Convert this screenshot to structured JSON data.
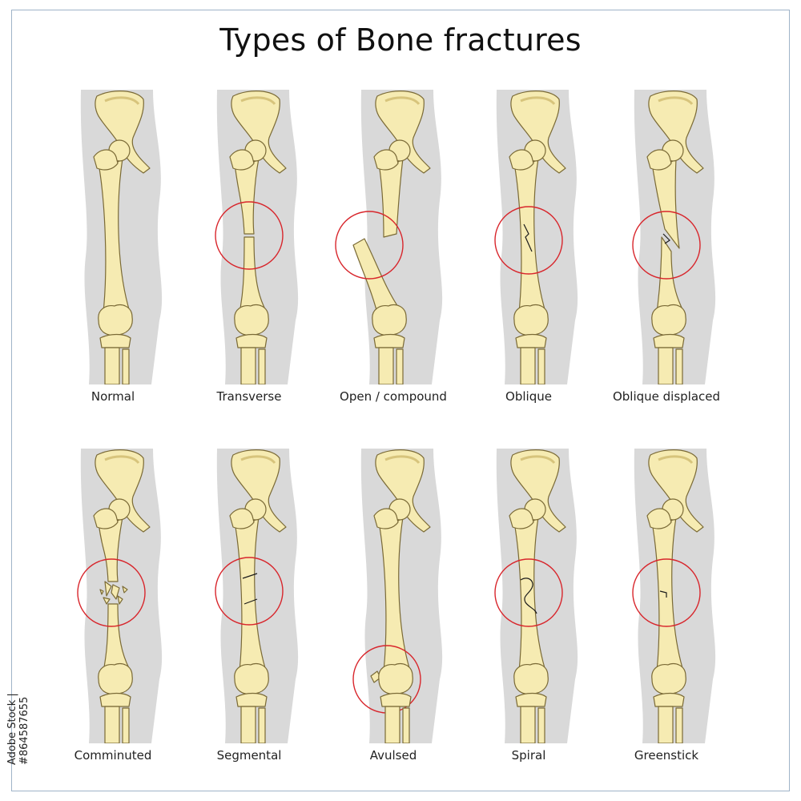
{
  "title": "Types of Bone fractures",
  "stock_id": "Adobe Stock | #864587655",
  "colors": {
    "bone": "#f6ebb2",
    "bone_shade": "#d7c47c",
    "bone_outline": "#7a6a36",
    "leg_shadow": "#d9d9d9",
    "circle": "#d8262c"
  },
  "panels": [
    {
      "label": "Normal",
      "fracture": "none"
    },
    {
      "label": "Transverse",
      "fracture": "transverse"
    },
    {
      "label": "Open / compound",
      "fracture": "open"
    },
    {
      "label": "Oblique",
      "fracture": "oblique"
    },
    {
      "label": "Oblique displaced",
      "fracture": "oblique-displaced"
    },
    {
      "label": "Comminuted",
      "fracture": "comminuted"
    },
    {
      "label": "Segmental",
      "fracture": "segmental"
    },
    {
      "label": "Avulsed",
      "fracture": "avulsed"
    },
    {
      "label": "Spiral",
      "fracture": "spiral"
    },
    {
      "label": "Greenstick",
      "fracture": "greenstick"
    }
  ]
}
